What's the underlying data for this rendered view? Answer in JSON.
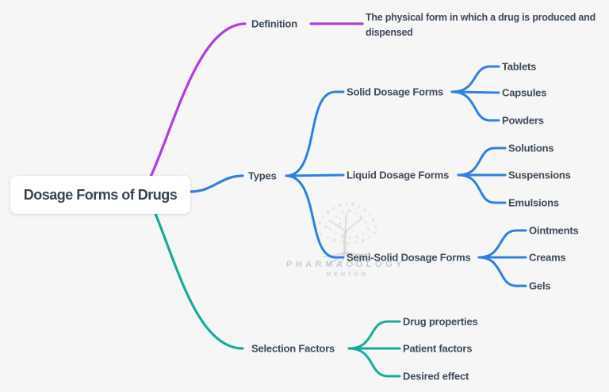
{
  "root": {
    "label": "Dosage Forms of Drugs"
  },
  "branches": [
    {
      "label": "Definition",
      "color": "#b13ce0",
      "note": "The physical form in which a drug is produced and dispensed"
    },
    {
      "label": "Types",
      "color": "#2e80e2",
      "children": [
        {
          "label": "Solid Dosage Forms",
          "children": [
            {
              "label": "Tablets"
            },
            {
              "label": "Capsules"
            },
            {
              "label": "Powders"
            }
          ]
        },
        {
          "label": "Liquid Dosage Forms",
          "children": [
            {
              "label": "Solutions"
            },
            {
              "label": "Suspensions"
            },
            {
              "label": "Emulsions"
            }
          ]
        },
        {
          "label": "Semi-Solid Dosage Forms",
          "children": [
            {
              "label": "Ointments"
            },
            {
              "label": "Creams"
            },
            {
              "label": "Gels"
            }
          ]
        }
      ]
    },
    {
      "label": "Selection Factors",
      "color": "#19ab9a",
      "children": [
        {
          "label": "Drug properties"
        },
        {
          "label": "Patient factors"
        },
        {
          "label": "Desired effect"
        }
      ]
    }
  ],
  "watermark": {
    "line1": "PHARMACOLOGY",
    "line2": "MENTOR"
  },
  "colors": {
    "background": "#f6f6f7",
    "node_text": "#3e4a57",
    "root_box": "#ffffff",
    "definition_branch": "#b13ce0",
    "types_branch": "#2e80e2",
    "selection_branch": "#19ab9a",
    "watermark_text": "#c7ccd2"
  }
}
